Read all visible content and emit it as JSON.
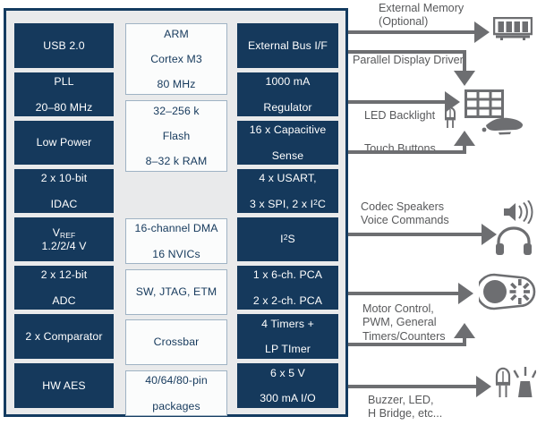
{
  "diagram": {
    "title": "MCU block diagram",
    "colors": {
      "chip_border": "#143b60",
      "chip_fill": "#e9eaeb",
      "block_dark": "#15395c",
      "block_light": "#fbfcfc",
      "connector": "#6d6e71",
      "caption_text": "#58595b"
    }
  },
  "chip": {
    "columns": [
      {
        "name": "left-column",
        "blocks": [
          {
            "id": "usb",
            "style": "dark",
            "lines": [
              "USB 2.0"
            ]
          },
          {
            "id": "pll",
            "style": "dark",
            "lines": [
              "PLL",
              "20–80 MHz"
            ]
          },
          {
            "id": "low-power",
            "style": "dark",
            "lines": [
              "Low Power"
            ]
          },
          {
            "id": "idac",
            "style": "dark",
            "lines": [
              "2 x 10-bit",
              "IDAC"
            ]
          },
          {
            "id": "vref",
            "style": "dark",
            "lines": [
              "VREF",
              "1.2/2/4 V"
            ]
          },
          {
            "id": "adc",
            "style": "dark",
            "lines": [
              "2 x 12-bit",
              "ADC"
            ]
          },
          {
            "id": "comparator",
            "style": "dark",
            "lines": [
              "2 x Comparator"
            ]
          },
          {
            "id": "hw-aes",
            "style": "dark",
            "lines": [
              "HW AES"
            ]
          }
        ]
      },
      {
        "name": "center-column",
        "blocks": [
          {
            "id": "core",
            "style": "light",
            "lines": [
              "ARM",
              "Cortex M3",
              "80 MHz"
            ]
          },
          {
            "id": "memory",
            "style": "light",
            "lines": [
              "32–256 k",
              "Flash",
              "8–32 k RAM"
            ]
          },
          {
            "id": "dma",
            "style": "light",
            "lines": [
              "16-channel DMA",
              "16 NVICs"
            ]
          },
          {
            "id": "debug",
            "style": "light",
            "lines": [
              "SW, JTAG, ETM"
            ]
          },
          {
            "id": "crossbar",
            "style": "light",
            "lines": [
              "Crossbar"
            ]
          },
          {
            "id": "packages",
            "style": "light",
            "lines": [
              "40/64/80-pin",
              "packages"
            ]
          }
        ]
      },
      {
        "name": "right-column",
        "blocks": [
          {
            "id": "ext-bus",
            "style": "dark",
            "lines": [
              "External Bus I/F"
            ]
          },
          {
            "id": "regulator",
            "style": "dark",
            "lines": [
              "1000 mA",
              "Regulator"
            ]
          },
          {
            "id": "captouch",
            "style": "dark",
            "lines": [
              "16 x Capacitive",
              "Sense"
            ]
          },
          {
            "id": "serial",
            "style": "dark",
            "lines": [
              "4 x USART,",
              "3 x SPI, 2 x I2C"
            ]
          },
          {
            "id": "i2s",
            "style": "dark",
            "lines": [
              "I2S"
            ]
          },
          {
            "id": "pca",
            "style": "dark",
            "lines": [
              "1 x 6-ch. PCA",
              "2 x 2-ch. PCA"
            ]
          },
          {
            "id": "timers",
            "style": "dark",
            "lines": [
              "4 Timers +",
              "LP TImer"
            ]
          },
          {
            "id": "io",
            "style": "dark",
            "lines": [
              "6 x 5 V",
              "300 mA I/O"
            ]
          }
        ]
      }
    ]
  },
  "peripherals": [
    {
      "id": "external-memory",
      "caption": "External Memory\n(Optional)",
      "icon": "memory-module-icon",
      "direction": "out"
    },
    {
      "id": "parallel-display",
      "caption": "Parallel Display Driver",
      "icon": "display-grid-icon",
      "direction": "out"
    },
    {
      "id": "led-backlight",
      "caption": "LED Backlight",
      "icon": "led-icon",
      "direction": "out"
    },
    {
      "id": "touch-buttons",
      "caption": "Touch Buttons",
      "icon": "hand-touch-icon",
      "direction": "in"
    },
    {
      "id": "codec-audio",
      "caption": "Codec Speakers\nVoice Commands",
      "icon": "speaker-headphone-icon",
      "direction": "out"
    },
    {
      "id": "motor-control",
      "caption": "Motor Control,\nPWM, General\nTimers/Counters",
      "icon": "motor-pulley-icon",
      "direction": "both"
    },
    {
      "id": "buzzer-led",
      "caption": "Buzzer, LED,\nH Bridge, etc...",
      "icon": "led-buzzer-icon",
      "direction": "out"
    }
  ]
}
